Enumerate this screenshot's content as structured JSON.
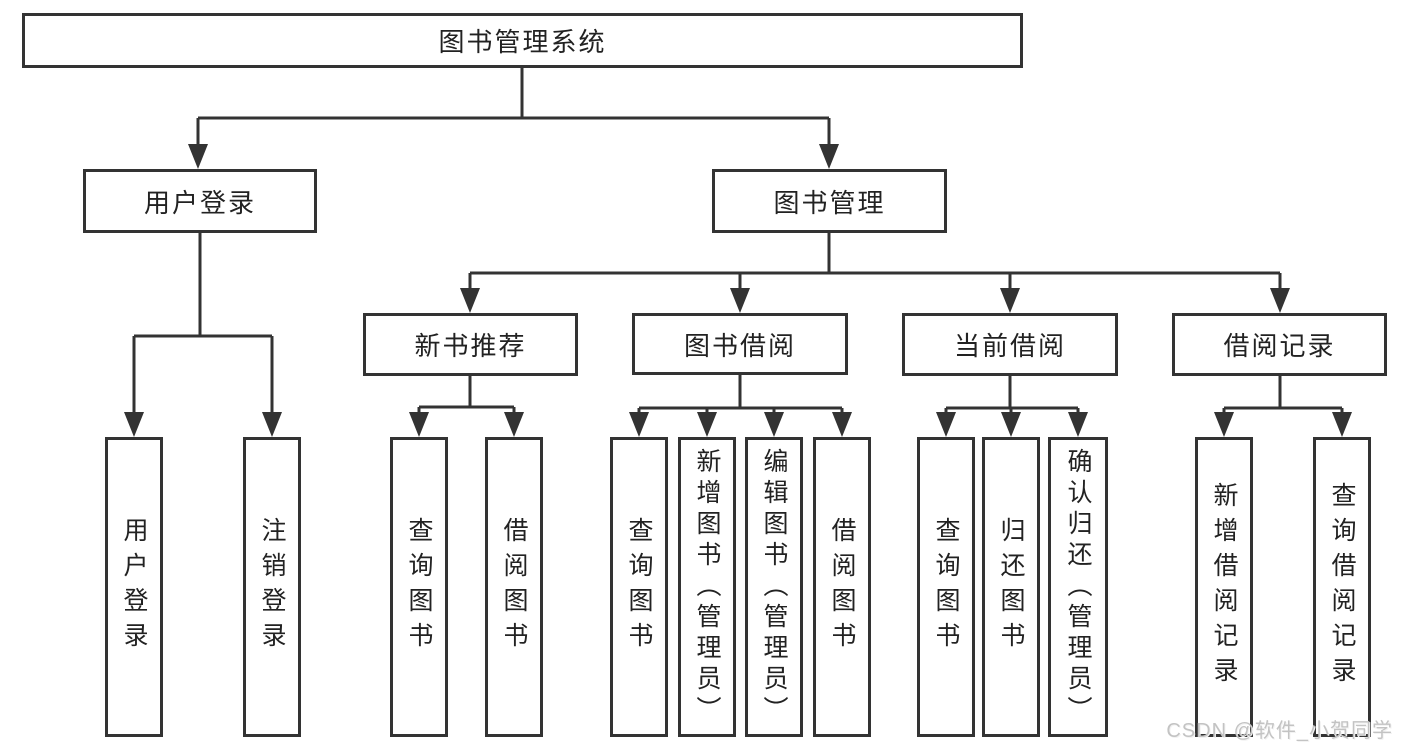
{
  "diagram": {
    "root": {
      "label": "图书管理系统",
      "children": [
        {
          "label": "用户登录",
          "children": [
            {
              "label": "用户登录"
            },
            {
              "label": "注销登录"
            }
          ]
        },
        {
          "label": "图书管理",
          "children": [
            {
              "label": "新书推荐",
              "children": [
                {
                  "label": "查询图书"
                },
                {
                  "label": "借阅图书"
                }
              ]
            },
            {
              "label": "图书借阅",
              "children": [
                {
                  "label": "查询图书"
                },
                {
                  "label": "新增图书（管理员）"
                },
                {
                  "label": "编辑图书（管理员）"
                },
                {
                  "label": "借阅图书"
                }
              ]
            },
            {
              "label": "当前借阅",
              "children": [
                {
                  "label": "查询图书"
                },
                {
                  "label": "归还图书"
                },
                {
                  "label": "确认归还（管理员）"
                }
              ]
            },
            {
              "label": "借阅记录",
              "children": [
                {
                  "label": "新增借阅记录"
                },
                {
                  "label": "查询借阅记录"
                }
              ]
            }
          ]
        }
      ]
    },
    "watermark": "CSDN @软件_小贺同学",
    "colors": {
      "line": "#333333",
      "text": "#222222",
      "watermark": "#c3c3c3"
    }
  }
}
